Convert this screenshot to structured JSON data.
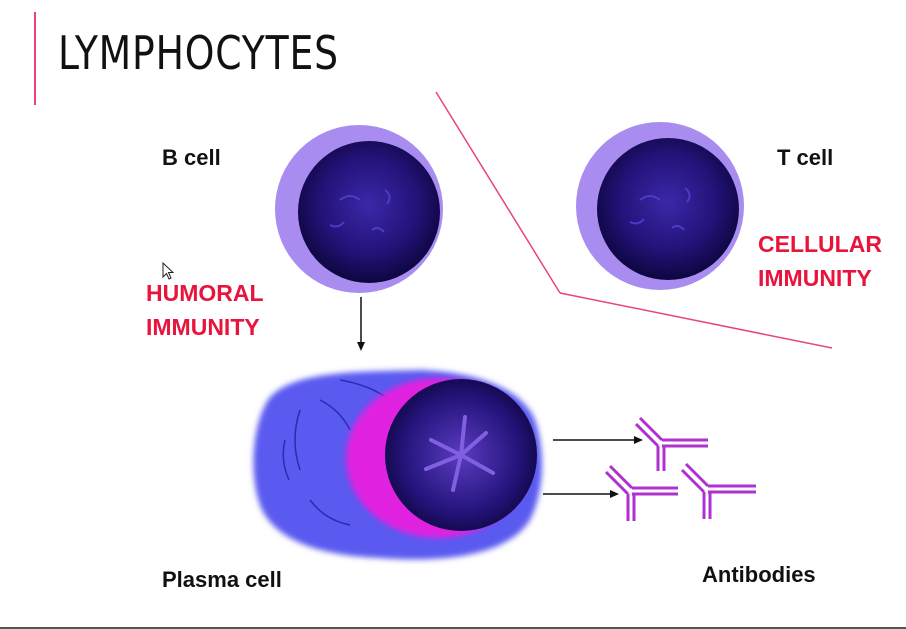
{
  "title": "LYMPHOCYTES",
  "labels": {
    "b_cell": "B cell",
    "t_cell": "T cell",
    "plasma_cell": "Plasma cell",
    "antibodies": "Antibodies"
  },
  "immunity": {
    "humoral_line1": "HUMORAL",
    "humoral_line2": "IMMUNITY",
    "cellular_line1": "CELLULAR",
    "cellular_line2": "IMMUNITY"
  },
  "colors": {
    "accent": "#e8457a",
    "immunity_text": "#e8143c",
    "cell_outer": "#a88cf0",
    "cell_nucleus": "#2a1a8a",
    "plasma_body": "#5a5af0",
    "plasma_rim": "#e020e0",
    "antibody": "#b030d0"
  },
  "icons": [
    "mouse-pointer-icon"
  ]
}
